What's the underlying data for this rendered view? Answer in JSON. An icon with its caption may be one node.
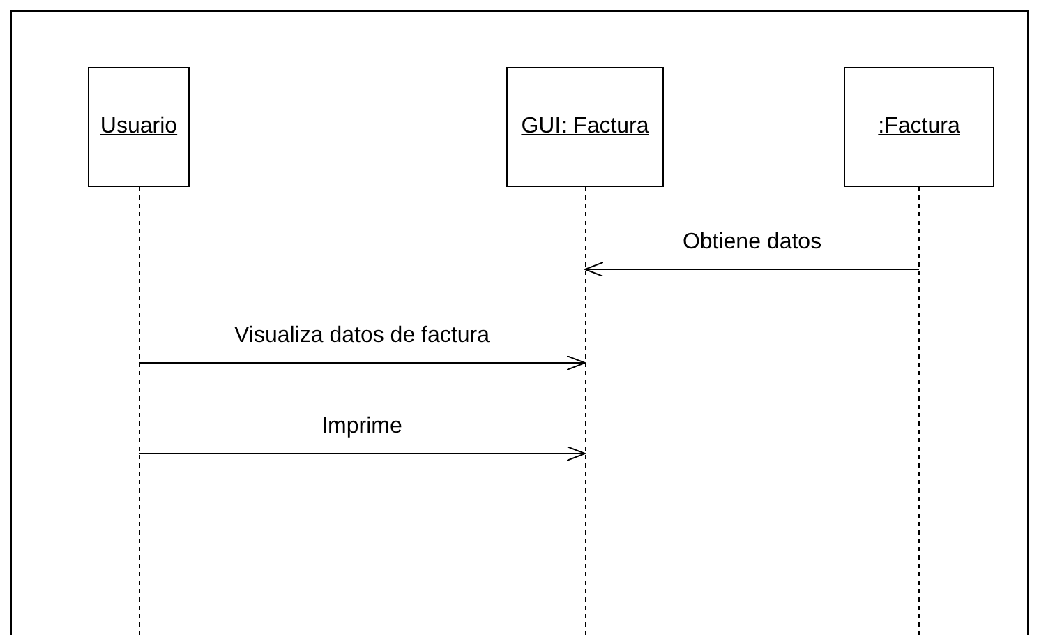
{
  "diagram": {
    "nodes": [
      {
        "text": [
          "Usuario"
        ]
      },
      {
        "text": [
          "GUI: Factura"
        ]
      },
      {
        "text": [
          ":Factura"
        ]
      }
    ],
    "edges": [
      {
        "from": 2,
        "to": 1,
        "arrow": "to",
        "label": "Obtiene datos"
      },
      {
        "from": 0,
        "to": 1,
        "arrow": "to",
        "label": "Visualiza datos de factura"
      },
      {
        "from": 0,
        "to": 1,
        "arrow": "to",
        "label": "Imprime"
      }
    ]
  }
}
